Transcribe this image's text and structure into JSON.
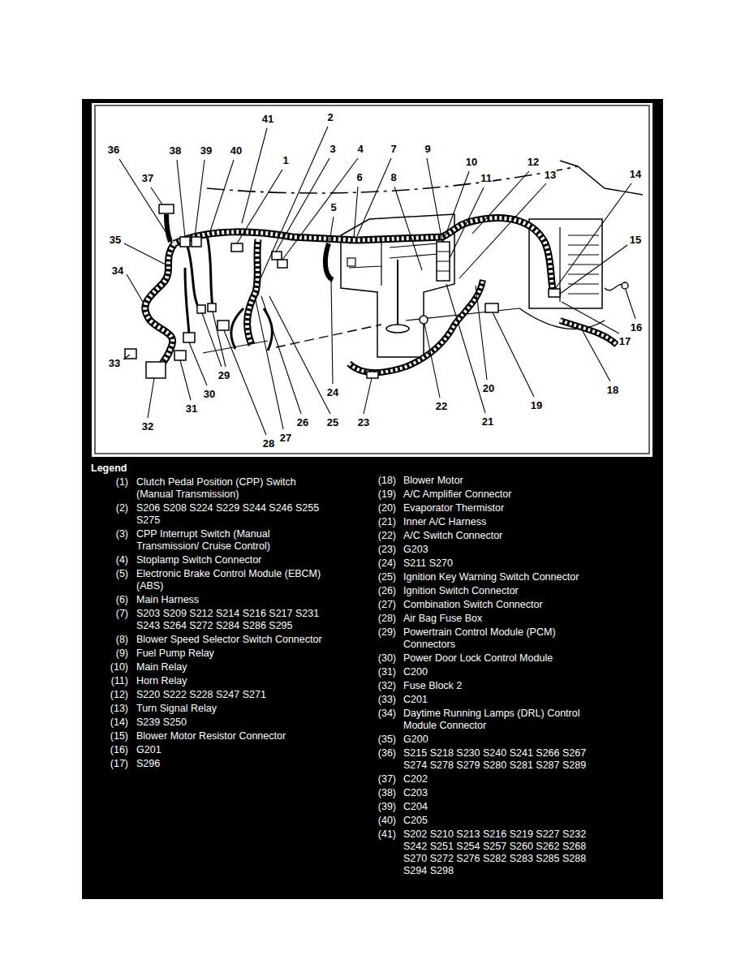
{
  "diagram": {
    "labels": [
      "41",
      "2",
      "36",
      "38",
      "39",
      "40",
      "1",
      "3",
      "4",
      "7",
      "9",
      "10",
      "12",
      "6",
      "8",
      "11",
      "13",
      "14",
      "37",
      "5",
      "15",
      "35",
      "34",
      "16",
      "17",
      "33",
      "24",
      "29",
      "30",
      "20",
      "18",
      "19",
      "22",
      "31",
      "21",
      "23",
      "25",
      "26",
      "32",
      "27",
      "28",
      "Legend",
      "(1)",
      "Clutch Pedal Position (CPP) Switch (Manual Transmission)",
      "(2)",
      "S206 S208 S224 S229 S244 S246 S255 S275",
      "(3)",
      "CPP Interrupt Switch (Manual Transmission/ Cruise Control)",
      "(4)",
      "Stoplamp Switch Connector",
      "(5)",
      "Electronic Brake Control Module (EBCM) (ABS)",
      "(6)",
      "Main Harness",
      "(7)",
      "S203 S209 S212 S214 S216 S217 S231 S243 S264 S272 S284 S286 S295",
      "(8)",
      "Blower Speed Selector Switch Connector",
      "(9)",
      "Fuel Pump Relay",
      "(10)",
      "Main Relay",
      "(11)",
      "Horn Relay",
      "(12)",
      "S220 S222 S228 S247 S271",
      "(13)",
      "Turn Signal Relay",
      "(14)",
      "S239 S250",
      "(15)",
      "Blower Motor Resistor Connector",
      "(16)",
      "G201",
      "(17)",
      "S296",
      "(18)",
      "Blower Motor",
      "(19)",
      "A/C Amplifier Connector",
      "(20)",
      "Evaporator Thermistor",
      "(21)",
      "Inner A/C Harness",
      "(22)",
      "A/C Switch Connector",
      "(23)",
      "G203",
      "(24)",
      "S211 S270",
      "(25)",
      "Ignition Key Warning Switch Connector",
      "(26)",
      "Ignition Switch Connector",
      "(27)",
      "Combination Switch Connector",
      "(28)",
      "Air Bag Fuse Box",
      "(29)",
      "Powertrain Control Module (PCM) Connectors",
      "(30)",
      "Power Door Lock Control Module",
      "(31)",
      "C200",
      "(32)",
      "Fuse Block 2",
      "(33)",
      "C201",
      "(34)",
      "Daytime Running Lamps (DRL) Control Module Connector",
      "(35)",
      "G200",
      "(36)",
      "S215 S218 S230 S240 S241 S266 S267 S274 S278 S279 S280 S281 S287 S289",
      "(37)",
      "C202",
      "(38)",
      "C203",
      "(39)",
      "C204",
      "(40)",
      "C205",
      "(41)",
      "S202 S210 S213 S216 S219 S227 S232 S242 S251 S254 S257 S260 S262 S268 S270 S272 S276 S282 S283 S285 S288 S294 S298"
    ]
  }
}
